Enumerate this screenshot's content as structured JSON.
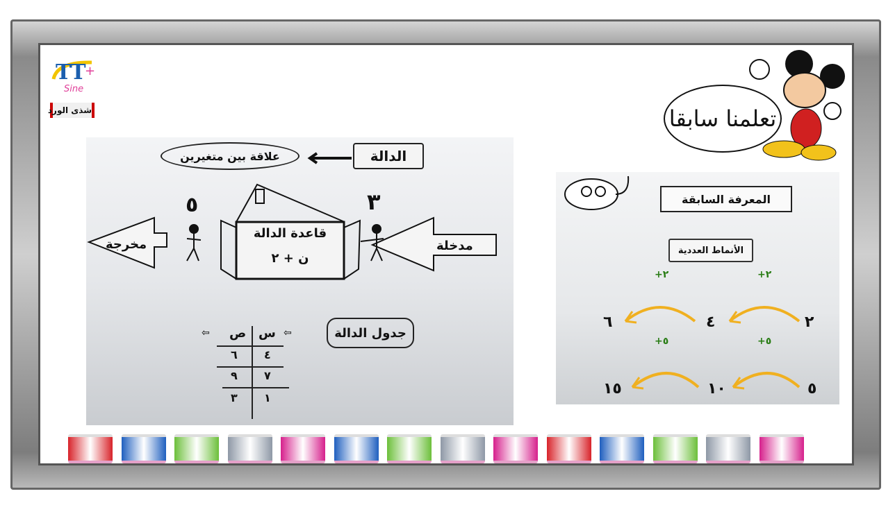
{
  "logo": {
    "brand": "Sine",
    "caption": "شذى الورد"
  },
  "title": "تعلمنا سابقا",
  "function_slide": {
    "function_label": "الدالة",
    "definition": "علاقة بين متغيرين",
    "input_label": "مدخلة",
    "output_label": "مخرجة",
    "input_value": "٣",
    "output_value": "٥",
    "rule_title": "قاعدة الدالة",
    "rule": "ن + ٢",
    "table_label": "جدول الدالة",
    "table": {
      "headers": [
        "س",
        "ص"
      ],
      "rows": [
        [
          "٤",
          "٦"
        ],
        [
          "٧",
          "٩"
        ],
        [
          "١",
          "٣"
        ]
      ]
    }
  },
  "prior_knowledge": {
    "banner": "المعرفة السابقة",
    "topic": "الأنماط العددية",
    "pattern1": {
      "values": [
        "٢",
        "٤",
        "٦"
      ],
      "step": "+٢"
    },
    "pattern2": {
      "values": [
        "٥",
        "١٠",
        "١٥"
      ],
      "step": "+٥"
    }
  },
  "drum_colors": [
    "#d8232a",
    "#1f5fbf",
    "#6cbf3a",
    "#8e98a6",
    "#d6208c",
    "#1f5fbf",
    "#6cbf3a",
    "#8e98a6",
    "#d6208c",
    "#d8232a",
    "#1f5fbf",
    "#6cbf3a",
    "#8e98a6",
    "#d6208c"
  ]
}
